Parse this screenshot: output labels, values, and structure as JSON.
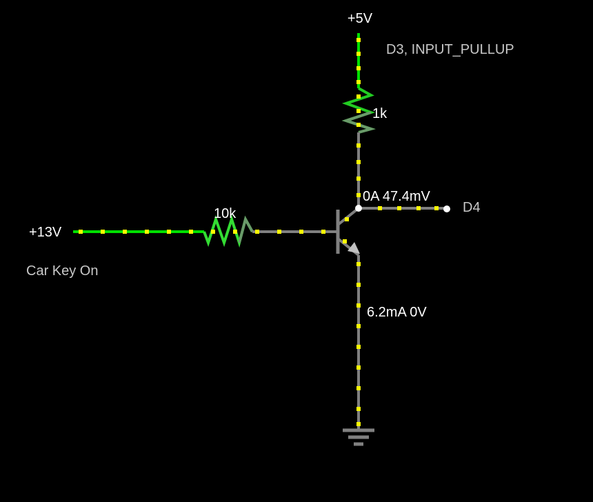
{
  "labels": {
    "supply_5v": "+5V",
    "pin_d3": "D3, INPUT_PULLUP",
    "r_pullup": "1k",
    "collector_readout": "0A 47.4mV",
    "pin_d4": "D4",
    "supply_13v": "+13V",
    "r_base": "10k",
    "key_note": "Car Key On",
    "emitter_readout": "6.2mA 0V"
  },
  "colors": {
    "background": "#000000",
    "wire_live": "#00e000",
    "wire_idle": "#808080",
    "current_dot": "#ffff00",
    "node_dot": "#ffffff"
  }
}
